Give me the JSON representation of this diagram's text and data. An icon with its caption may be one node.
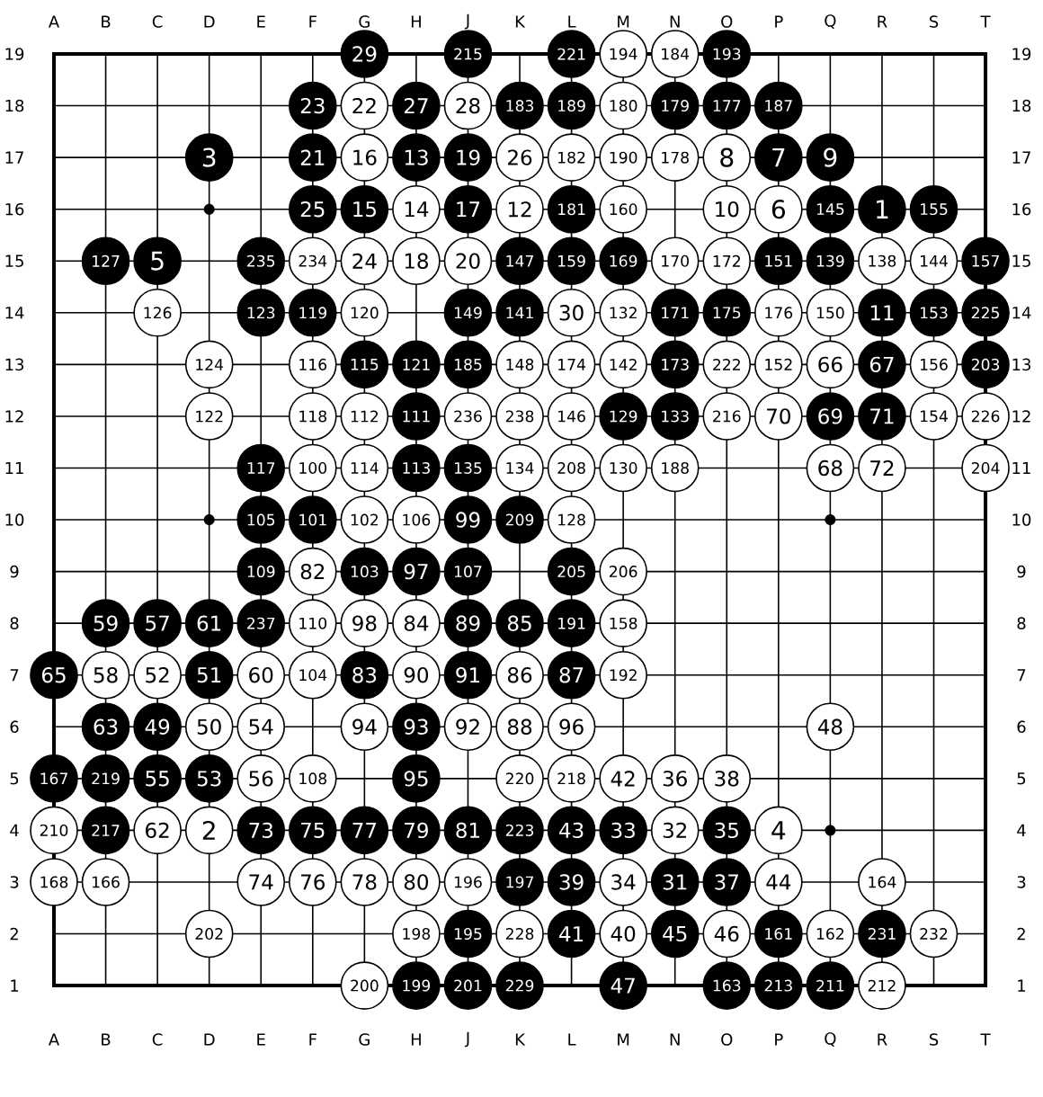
{
  "diagram": {
    "nodes": [
      {
        "text": [
          "29"
        ]
      },
      {
        "text": [
          "215"
        ]
      },
      {
        "text": [
          "221"
        ]
      },
      {
        "text": [
          "194"
        ]
      },
      {
        "text": [
          "184"
        ]
      },
      {
        "text": [
          "193"
        ]
      },
      {
        "text": [
          "23"
        ]
      },
      {
        "text": [
          "22"
        ]
      },
      {
        "text": [
          "27"
        ]
      },
      {
        "text": [
          "28"
        ]
      },
      {
        "text": [
          "183"
        ]
      },
      {
        "text": [
          "189"
        ]
      },
      {
        "text": [
          "180"
        ]
      },
      {
        "text": [
          "179"
        ]
      },
      {
        "text": [
          "177"
        ]
      },
      {
        "text": [
          "187"
        ]
      },
      {
        "text": [
          "3"
        ]
      },
      {
        "text": [
          "21"
        ]
      },
      {
        "text": [
          "16"
        ]
      },
      {
        "text": [
          "13"
        ]
      },
      {
        "text": [
          "19"
        ]
      },
      {
        "text": [
          "26"
        ]
      },
      {
        "text": [
          "182"
        ]
      },
      {
        "text": [
          "190"
        ]
      },
      {
        "text": [
          "178"
        ]
      },
      {
        "text": [
          "8"
        ]
      },
      {
        "text": [
          "7"
        ]
      },
      {
        "text": [
          "9"
        ]
      },
      {
        "text": [
          "25"
        ]
      },
      {
        "text": [
          "15"
        ]
      },
      {
        "text": [
          "14"
        ]
      },
      {
        "text": [
          "17"
        ]
      },
      {
        "text": [
          "12"
        ]
      },
      {
        "text": [
          "181"
        ]
      },
      {
        "text": [
          "160"
        ]
      },
      {
        "text": [
          "10"
        ]
      },
      {
        "text": [
          "6"
        ]
      },
      {
        "text": [
          "145"
        ]
      },
      {
        "text": [
          "1"
        ]
      },
      {
        "text": [
          "155"
        ]
      },
      {
        "text": [
          "127"
        ]
      },
      {
        "text": [
          "5"
        ]
      },
      {
        "text": [
          "235"
        ]
      },
      {
        "text": [
          "234"
        ]
      },
      {
        "text": [
          "24"
        ]
      },
      {
        "text": [
          "18"
        ]
      },
      {
        "text": [
          "20"
        ]
      },
      {
        "text": [
          "147"
        ]
      },
      {
        "text": [
          "159"
        ]
      },
      {
        "text": [
          "169"
        ]
      },
      {
        "text": [
          "170"
        ]
      },
      {
        "text": [
          "172"
        ]
      },
      {
        "text": [
          "151"
        ]
      },
      {
        "text": [
          "139"
        ]
      },
      {
        "text": [
          "138"
        ]
      },
      {
        "text": [
          "144"
        ]
      },
      {
        "text": [
          "157"
        ]
      },
      {
        "text": [
          "126"
        ]
      },
      {
        "text": [
          "123"
        ]
      },
      {
        "text": [
          "119"
        ]
      },
      {
        "text": [
          "120"
        ]
      },
      {
        "text": [
          "149"
        ]
      },
      {
        "text": [
          "141"
        ]
      },
      {
        "text": [
          "30"
        ]
      },
      {
        "text": [
          "132"
        ]
      },
      {
        "text": [
          "171"
        ]
      },
      {
        "text": [
          "175"
        ]
      },
      {
        "text": [
          "176"
        ]
      },
      {
        "text": [
          "150"
        ]
      },
      {
        "text": [
          "11"
        ]
      },
      {
        "text": [
          "153"
        ]
      },
      {
        "text": [
          "225"
        ]
      },
      {
        "text": [
          "124"
        ]
      },
      {
        "text": [
          "116"
        ]
      },
      {
        "text": [
          "115"
        ]
      },
      {
        "text": [
          "121"
        ]
      },
      {
        "text": [
          "185"
        ]
      },
      {
        "text": [
          "148"
        ]
      },
      {
        "text": [
          "174"
        ]
      },
      {
        "text": [
          "142"
        ]
      },
      {
        "text": [
          "173"
        ]
      },
      {
        "text": [
          "222"
        ]
      },
      {
        "text": [
          "152"
        ]
      },
      {
        "text": [
          "66"
        ]
      },
      {
        "text": [
          "67"
        ]
      },
      {
        "text": [
          "156"
        ]
      },
      {
        "text": [
          "203"
        ]
      },
      {
        "text": [
          "122"
        ]
      },
      {
        "text": [
          "118"
        ]
      },
      {
        "text": [
          "112"
        ]
      },
      {
        "text": [
          "111"
        ]
      },
      {
        "text": [
          "236"
        ]
      },
      {
        "text": [
          "238"
        ]
      },
      {
        "text": [
          "146"
        ]
      },
      {
        "text": [
          "129"
        ]
      },
      {
        "text": [
          "133"
        ]
      },
      {
        "text": [
          "216"
        ]
      },
      {
        "text": [
          "70"
        ]
      },
      {
        "text": [
          "69"
        ]
      },
      {
        "text": [
          "71"
        ]
      },
      {
        "text": [
          "154"
        ]
      },
      {
        "text": [
          "226"
        ]
      },
      {
        "text": [
          "117"
        ]
      },
      {
        "text": [
          "100"
        ]
      },
      {
        "text": [
          "114"
        ]
      },
      {
        "text": [
          "113"
        ]
      },
      {
        "text": [
          "135"
        ]
      },
      {
        "text": [
          "134"
        ]
      },
      {
        "text": [
          "208"
        ]
      },
      {
        "text": [
          "130"
        ]
      },
      {
        "text": [
          "188"
        ]
      },
      {
        "text": [
          "68"
        ]
      },
      {
        "text": [
          "72"
        ]
      },
      {
        "text": [
          "204"
        ]
      },
      {
        "text": [
          "105"
        ]
      },
      {
        "text": [
          "101"
        ]
      },
      {
        "text": [
          "102"
        ]
      },
      {
        "text": [
          "106"
        ]
      },
      {
        "text": [
          "99"
        ]
      },
      {
        "text": [
          "209"
        ]
      },
      {
        "text": [
          "128"
        ]
      },
      {
        "text": [
          "109"
        ]
      },
      {
        "text": [
          "82"
        ]
      },
      {
        "text": [
          "103"
        ]
      },
      {
        "text": [
          "97"
        ]
      },
      {
        "text": [
          "107"
        ]
      },
      {
        "text": [
          "205"
        ]
      },
      {
        "text": [
          "206"
        ]
      },
      {
        "text": [
          "59"
        ]
      },
      {
        "text": [
          "57"
        ]
      },
      {
        "text": [
          "61"
        ]
      },
      {
        "text": [
          "237"
        ]
      },
      {
        "text": [
          "110"
        ]
      },
      {
        "text": [
          "98"
        ]
      },
      {
        "text": [
          "84"
        ]
      },
      {
        "text": [
          "89"
        ]
      },
      {
        "text": [
          "85"
        ]
      },
      {
        "text": [
          "191"
        ]
      },
      {
        "text": [
          "158"
        ]
      },
      {
        "text": [
          "65"
        ]
      },
      {
        "text": [
          "58"
        ]
      },
      {
        "text": [
          "52"
        ]
      },
      {
        "text": [
          "51"
        ]
      },
      {
        "text": [
          "60"
        ]
      },
      {
        "text": [
          "104"
        ]
      },
      {
        "text": [
          "83"
        ]
      },
      {
        "text": [
          "90"
        ]
      },
      {
        "text": [
          "91"
        ]
      },
      {
        "text": [
          "86"
        ]
      },
      {
        "text": [
          "87"
        ]
      },
      {
        "text": [
          "192"
        ]
      },
      {
        "text": [
          "63"
        ]
      },
      {
        "text": [
          "49"
        ]
      },
      {
        "text": [
          "50"
        ]
      },
      {
        "text": [
          "54"
        ]
      },
      {
        "text": [
          "94"
        ]
      },
      {
        "text": [
          "93"
        ]
      },
      {
        "text": [
          "92"
        ]
      },
      {
        "text": [
          "88"
        ]
      },
      {
        "text": [
          "96"
        ]
      },
      {
        "text": [
          "48"
        ]
      },
      {
        "text": [
          "167"
        ]
      },
      {
        "text": [
          "219"
        ]
      },
      {
        "text": [
          "55"
        ]
      },
      {
        "text": [
          "53"
        ]
      },
      {
        "text": [
          "56"
        ]
      },
      {
        "text": [
          "108"
        ]
      },
      {
        "text": [
          "95"
        ]
      },
      {
        "text": [
          "220"
        ]
      },
      {
        "text": [
          "218"
        ]
      },
      {
        "text": [
          "42"
        ]
      },
      {
        "text": [
          "36"
        ]
      },
      {
        "text": [
          "38"
        ]
      },
      {
        "text": [
          "210"
        ]
      },
      {
        "text": [
          "217"
        ]
      },
      {
        "text": [
          "62"
        ]
      },
      {
        "text": [
          "2"
        ]
      },
      {
        "text": [
          "73"
        ]
      },
      {
        "text": [
          "75"
        ]
      },
      {
        "text": [
          "77"
        ]
      },
      {
        "text": [
          "79"
        ]
      },
      {
        "text": [
          "81"
        ]
      },
      {
        "text": [
          "223"
        ]
      },
      {
        "text": [
          "43"
        ]
      },
      {
        "text": [
          "33"
        ]
      },
      {
        "text": [
          "32"
        ]
      },
      {
        "text": [
          "35"
        ]
      },
      {
        "text": [
          "4"
        ]
      },
      {
        "text": [
          "168"
        ]
      },
      {
        "text": [
          "166"
        ]
      },
      {
        "text": [
          "74"
        ]
      },
      {
        "text": [
          "76"
        ]
      },
      {
        "text": [
          "78"
        ]
      },
      {
        "text": [
          "80"
        ]
      },
      {
        "text": [
          "196"
        ]
      },
      {
        "text": [
          "197"
        ]
      },
      {
        "text": [
          "39"
        ]
      },
      {
        "text": [
          "34"
        ]
      },
      {
        "text": [
          "31"
        ]
      },
      {
        "text": [
          "37"
        ]
      },
      {
        "text": [
          "44"
        ]
      },
      {
        "text": [
          "164"
        ]
      },
      {
        "text": [
          "202"
        ]
      },
      {
        "text": [
          "198"
        ]
      },
      {
        "text": [
          "195"
        ]
      },
      {
        "text": [
          "228"
        ]
      },
      {
        "text": [
          "41"
        ]
      },
      {
        "text": [
          "40"
        ]
      },
      {
        "text": [
          "45"
        ]
      },
      {
        "text": [
          "46"
        ]
      },
      {
        "text": [
          "161"
        ]
      },
      {
        "text": [
          "162"
        ]
      },
      {
        "text": [
          "231"
        ]
      },
      {
        "text": [
          "232"
        ]
      },
      {
        "text": [
          "200"
        ]
      },
      {
        "text": [
          "199"
        ]
      },
      {
        "text": [
          "201"
        ]
      },
      {
        "text": [
          "229"
        ]
      },
      {
        "text": [
          "47"
        ]
      },
      {
        "text": [
          "163"
        ]
      },
      {
        "text": [
          "213"
        ]
      },
      {
        "text": [
          "211"
        ]
      },
      {
        "text": [
          "212"
        ]
      }
    ],
    "labels": [
      "A",
      "B",
      "C",
      "D",
      "E",
      "F",
      "G",
      "H",
      "J",
      "K",
      "L",
      "M",
      "N",
      "O",
      "P",
      "Q",
      "R",
      "S",
      "T",
      "19",
      "19",
      "18",
      "18",
      "17",
      "17",
      "16",
      "16",
      "15",
      "15",
      "14",
      "14",
      "13",
      "13",
      "12",
      "12",
      "11",
      "11",
      "10",
      "10",
      "9",
      "9",
      "8",
      "8",
      "7",
      "7",
      "6",
      "6",
      "5",
      "5",
      "4",
      "4",
      "3",
      "3",
      "2",
      "2",
      "1",
      "1",
      "A",
      "B",
      "C",
      "D",
      "E",
      "F",
      "G",
      "H",
      "J",
      "K",
      "L",
      "M",
      "N",
      "O",
      "P",
      "Q",
      "R",
      "S",
      "T"
    ]
  }
}
